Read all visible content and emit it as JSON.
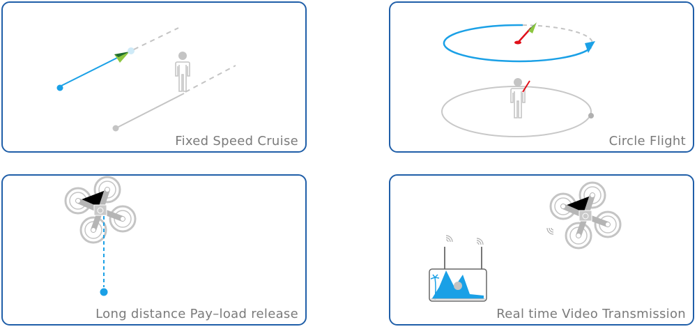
{
  "features": [
    {
      "label": "Fixed Speed Cruise",
      "icon": "fixed-speed-cruise-illustration"
    },
    {
      "label": "Circle Flight",
      "icon": "circle-flight-illustration"
    },
    {
      "label": "Long distance Pay–load release",
      "icon": "payload-release-illustration"
    },
    {
      "label": "Real time Video Transmission",
      "icon": "video-transmission-illustration"
    }
  ],
  "colors": {
    "border": "#1f5ea8",
    "accent": "#1aa0e6",
    "gray": "#c4c4c4",
    "red": "#e0101a",
    "label": "#7a7a7a"
  }
}
